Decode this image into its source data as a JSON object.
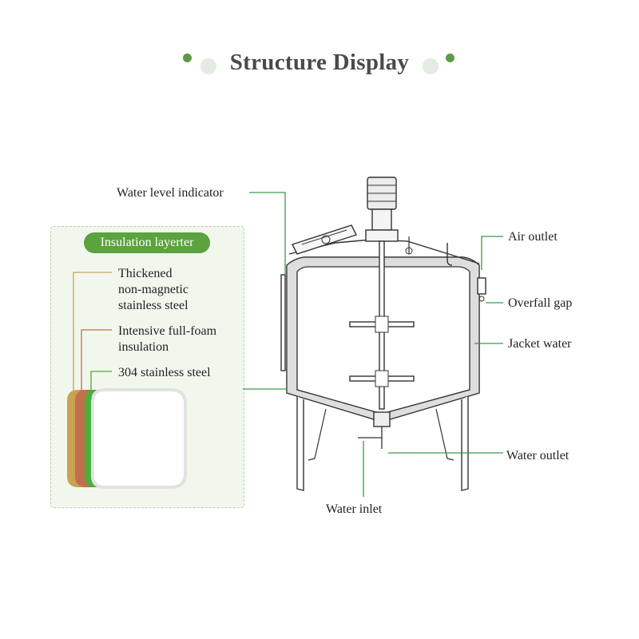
{
  "title": "Structure Display",
  "insulation": {
    "heading": "Insulation layerter",
    "layers": [
      {
        "text": "Thickened non-magnetic stainless steel",
        "lines": [
          "Thickened",
          "non-magnetic",
          "stainless steel"
        ],
        "color": "#c9a253"
      },
      {
        "text": "Intensive full-foam insulation",
        "lines": [
          "Intensive full-foam",
          "insulation"
        ],
        "color": "#c0704a"
      },
      {
        "text": "304 stainless steel",
        "lines": [
          "304 stainless steel"
        ],
        "color": "#4caf3c"
      }
    ]
  },
  "labels": {
    "water_level_indicator": "Water level indicator",
    "air_outlet": "Air outlet",
    "overfall_gap": "Overfall gap",
    "jacket_water": "Jacket water",
    "water_outlet": "Water outlet",
    "water_inlet": "Water inlet"
  },
  "colors": {
    "accent_green": "#5aa33d",
    "leader_line": "#3a9a4a",
    "title_text": "#4a4a4a"
  }
}
